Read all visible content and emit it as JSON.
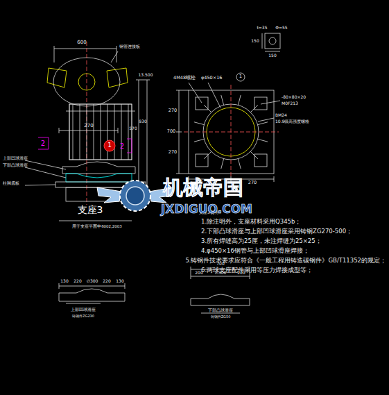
{
  "diagram": {
    "labels": [
      "600",
      "13.500",
      "270",
      "570",
      "930",
      "2",
      "2",
      "1",
      "上部凹球滑座",
      "下部凸球滑座",
      "柱脚底板",
      "钢管连接板",
      "支座3",
      "用于支座平面中6002,2003",
      "t=35",
      "Φ=55",
      "150",
      "150",
      "4M48螺栓",
      "φ450×16",
      "1",
      "270",
      "700",
      "270",
      "-80×80×20",
      "M0F213",
      "BM24",
      "10.9级高强度螺栓",
      "270",
      "270",
      "支座3说明",
      "1.除注明外，支座材料采用Q345b；",
      "2.下部凸球滑座与上部凹球滑座采用铸钢ZG270-500；",
      "3.所有焊缝高为25厘，未注焊缝为25×25；",
      "4.φ450×16钢管与上部凹球滑座焊接；",
      "5.铸钢件技术要求应符合《一般工程用铸造碳钢件》GB/T11352的规定；",
      "6.两球支座配件采用等压力焊接成型等；",
      "130",
      "220",
      "∅300",
      "220",
      "130",
      "上部凹球滑座",
      "铸钢件ZG230",
      "700",
      "200",
      "∅300",
      "200",
      "下部凸球滑座",
      "铸钢件ZG50",
      "机械帝国",
      "JXDIGUO.COM"
    ]
  }
}
